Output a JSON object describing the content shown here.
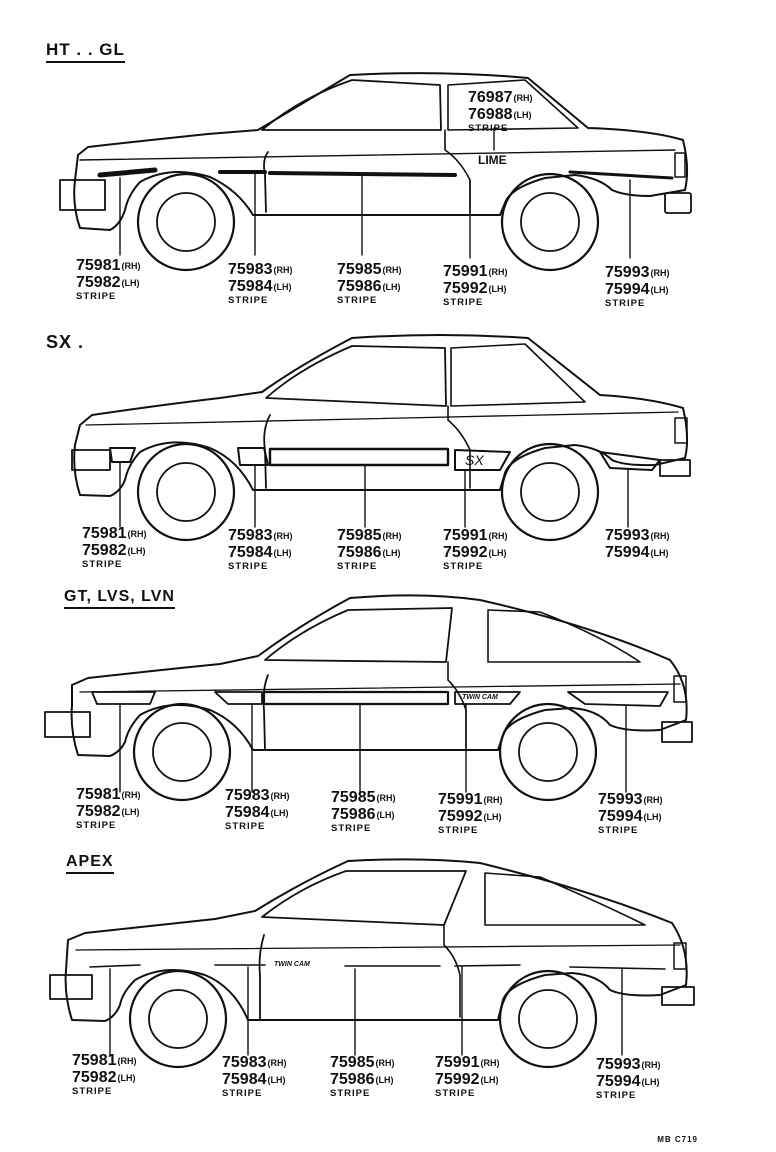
{
  "panels": [
    {
      "title": "HT . . GL",
      "top_callout": {
        "part_rh": "76987",
        "rh": "(RH)",
        "part_lh": "76988",
        "lh": "(LH)",
        "name": "STRIPE"
      },
      "emblem": "LIME",
      "callouts": [
        {
          "part_rh": "75981",
          "rh": "(RH)",
          "part_lh": "75982",
          "lh": "(LH)",
          "name": "STRIPE"
        },
        {
          "part_rh": "75983",
          "rh": "(RH)",
          "part_lh": "75984",
          "lh": "(LH)",
          "name": "STRIPE"
        },
        {
          "part_rh": "75985",
          "rh": "(RH)",
          "part_lh": "75986",
          "lh": "(LH)",
          "name": "STRIPE"
        },
        {
          "part_rh": "75991",
          "rh": "(RH)",
          "part_lh": "75992",
          "lh": "(LH)",
          "name": "STRIPE"
        },
        {
          "part_rh": "75993",
          "rh": "(RH)",
          "part_lh": "75994",
          "lh": "(LH)",
          "name": "STRIPE"
        }
      ]
    },
    {
      "title": "SX .",
      "emblem": "SX",
      "callouts": [
        {
          "part_rh": "75981",
          "rh": "(RH)",
          "part_lh": "75982",
          "lh": "(LH)",
          "name": "STRIPE"
        },
        {
          "part_rh": "75983",
          "rh": "(RH)",
          "part_lh": "75984",
          "lh": "(LH)",
          "name": "STRIPE"
        },
        {
          "part_rh": "75985",
          "rh": "(RH)",
          "part_lh": "75986",
          "lh": "(LH)",
          "name": "STRIPE"
        },
        {
          "part_rh": "75991",
          "rh": "(RH)",
          "part_lh": "75992",
          "lh": "(LH)",
          "name": "STRIPE"
        },
        {
          "part_rh": "75993",
          "rh": "(RH)",
          "part_lh": "75994",
          "lh": "(LH)",
          "name": ""
        }
      ]
    },
    {
      "title": "GT, LVS, LVN",
      "emblem": "TWIN CAM",
      "callouts": [
        {
          "part_rh": "75981",
          "rh": "(RH)",
          "part_lh": "75982",
          "lh": "(LH)",
          "name": "STRIPE"
        },
        {
          "part_rh": "75983",
          "rh": "(RH)",
          "part_lh": "75984",
          "lh": "(LH)",
          "name": "STRIPE"
        },
        {
          "part_rh": "75985",
          "rh": "(RH)",
          "part_lh": "75986",
          "lh": "(LH)",
          "name": "STRIPE"
        },
        {
          "part_rh": "75991",
          "rh": "(RH)",
          "part_lh": "75992",
          "lh": "(LH)",
          "name": "STRIPE"
        },
        {
          "part_rh": "75993",
          "rh": "(RH)",
          "part_lh": "75994",
          "lh": "(LH)",
          "name": "STRIPE"
        }
      ]
    },
    {
      "title": "APEX",
      "emblem": "TWIN CAM",
      "callouts": [
        {
          "part_rh": "75981",
          "rh": "(RH)",
          "part_lh": "75982",
          "lh": "(LH)",
          "name": "STRIPE"
        },
        {
          "part_rh": "75983",
          "rh": "(RH)",
          "part_lh": "75984",
          "lh": "(LH)",
          "name": "STRIPE"
        },
        {
          "part_rh": "75985",
          "rh": "(RH)",
          "part_lh": "75986",
          "lh": "(LH)",
          "name": "STRIPE"
        },
        {
          "part_rh": "75991",
          "rh": "(RH)",
          "part_lh": "75992",
          "lh": "(LH)",
          "name": "STRIPE"
        },
        {
          "part_rh": "75993",
          "rh": "(RH)",
          "part_lh": "75994",
          "lh": "(LH)",
          "name": "STRIPE"
        }
      ]
    }
  ],
  "diagram_code": "MB C719",
  "colors": {
    "line": "#111111",
    "background": "#ffffff"
  }
}
